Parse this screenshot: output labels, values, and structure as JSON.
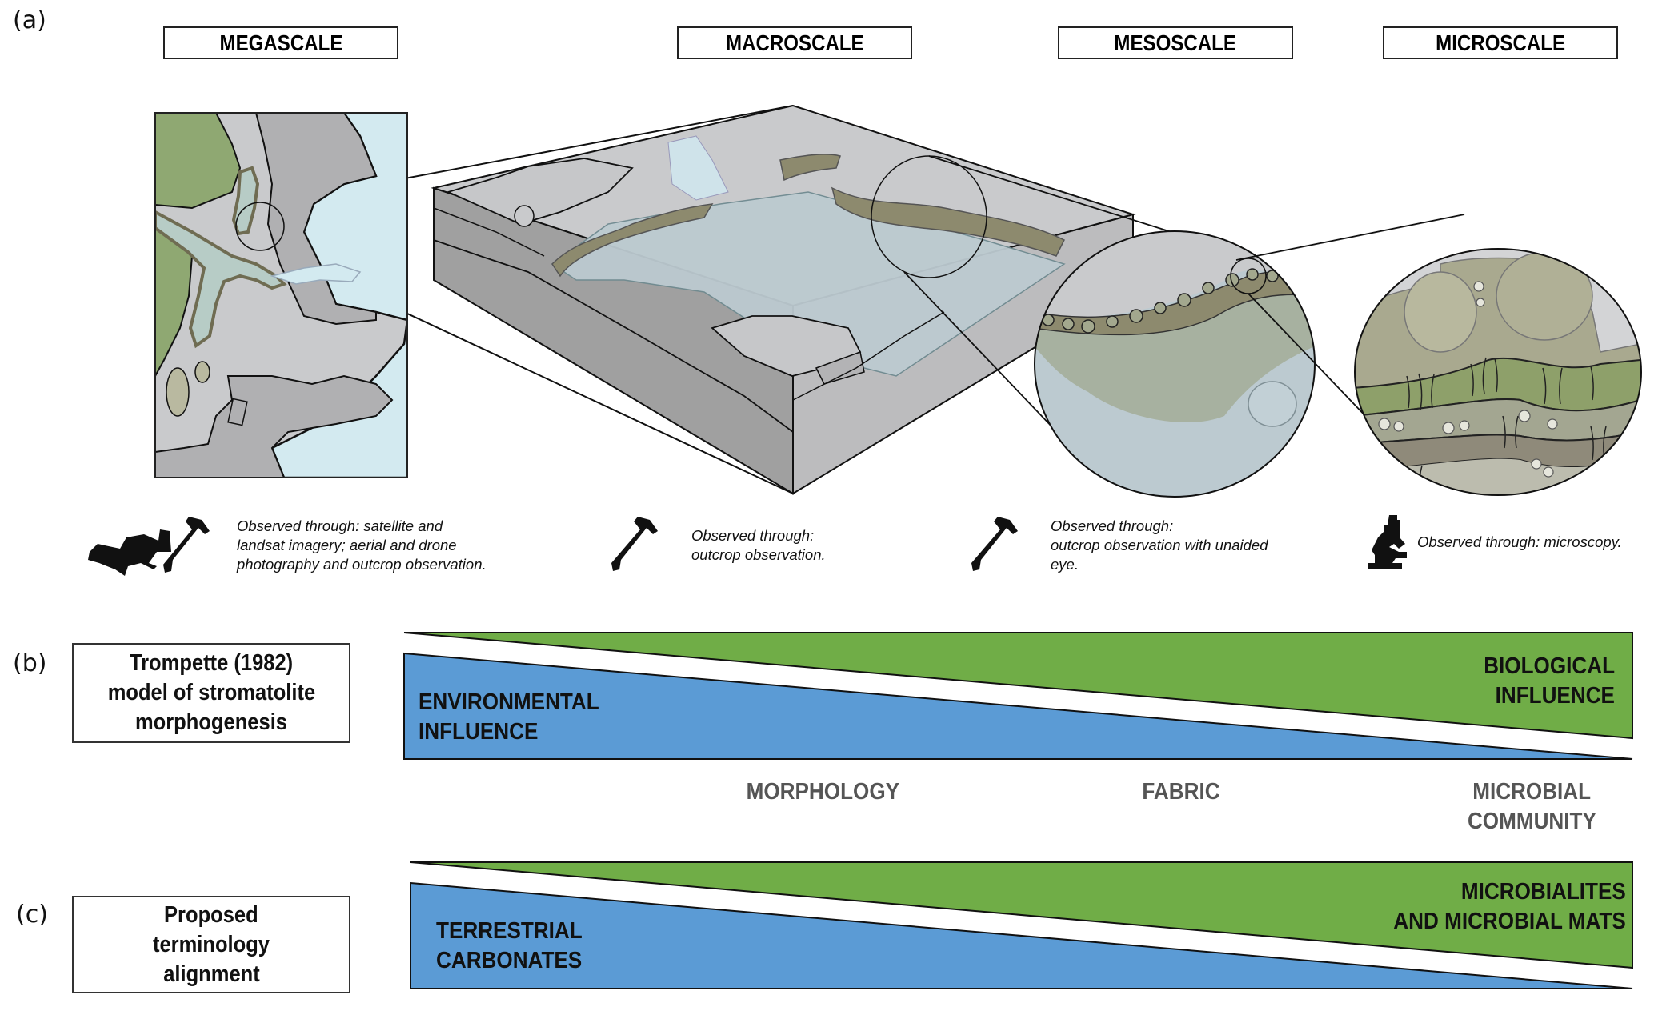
{
  "panels": {
    "a": {
      "letter": "(a)",
      "scales": [
        {
          "id": "megascale",
          "label": "MEGASCALE",
          "observation": [
            "Observed through: satellite and",
            "landsat imagery; aerial and drone",
            "photography and outcrop observation."
          ],
          "icons": [
            "drone-icon",
            "rock-hammer-icon"
          ]
        },
        {
          "id": "macroscale",
          "label": "MACROSCALE",
          "observation": [
            "Observed through:",
            "outcrop observation."
          ],
          "icons": [
            "rock-hammer-icon"
          ]
        },
        {
          "id": "mesoscale",
          "label": "MESOSCALE",
          "observation": [
            "Observed through:",
            "outcrop observation with unaided",
            "eye."
          ],
          "icons": [
            "rock-hammer-icon"
          ]
        },
        {
          "id": "microscale",
          "label": "MICROSCALE",
          "observation": [
            "Observed through: microscopy."
          ],
          "icons": [
            "microscope-icon"
          ]
        }
      ]
    },
    "b": {
      "letter": "(b)",
      "box_lines": [
        "Trompette (1982)",
        "model of stromatolite",
        "morphogenesis"
      ],
      "blue_label": [
        "ENVIRONMENTAL",
        "INFLUENCE"
      ],
      "green_label": [
        "BIOLOGICAL",
        "INFLUENCE"
      ]
    },
    "axis_labels": {
      "morphology": "MORPHOLOGY",
      "fabric": "FABRIC",
      "microbial_community": [
        "MICROBIAL",
        "COMMUNITY"
      ]
    },
    "c": {
      "letter": "(c)",
      "box_lines": [
        "Proposed",
        "terminology",
        "alignment"
      ],
      "blue_label": [
        "TERRESTRIAL",
        "CARBONATES"
      ],
      "green_label": [
        "MICROBIALITES",
        "AND MICROBIAL MATS"
      ]
    }
  },
  "colors": {
    "blue": "#5b9bd5",
    "green": "#70ad47",
    "rock_light": "#c9cacc",
    "rock_mid": "#b3b3b5",
    "rock_dark": "#a0a0a0",
    "water": "#d3eaf0",
    "water_deep": "#bcccd1",
    "land_green": "#8fa872",
    "mat": "#8d8a6e",
    "mat_light": "#a3a88e"
  }
}
